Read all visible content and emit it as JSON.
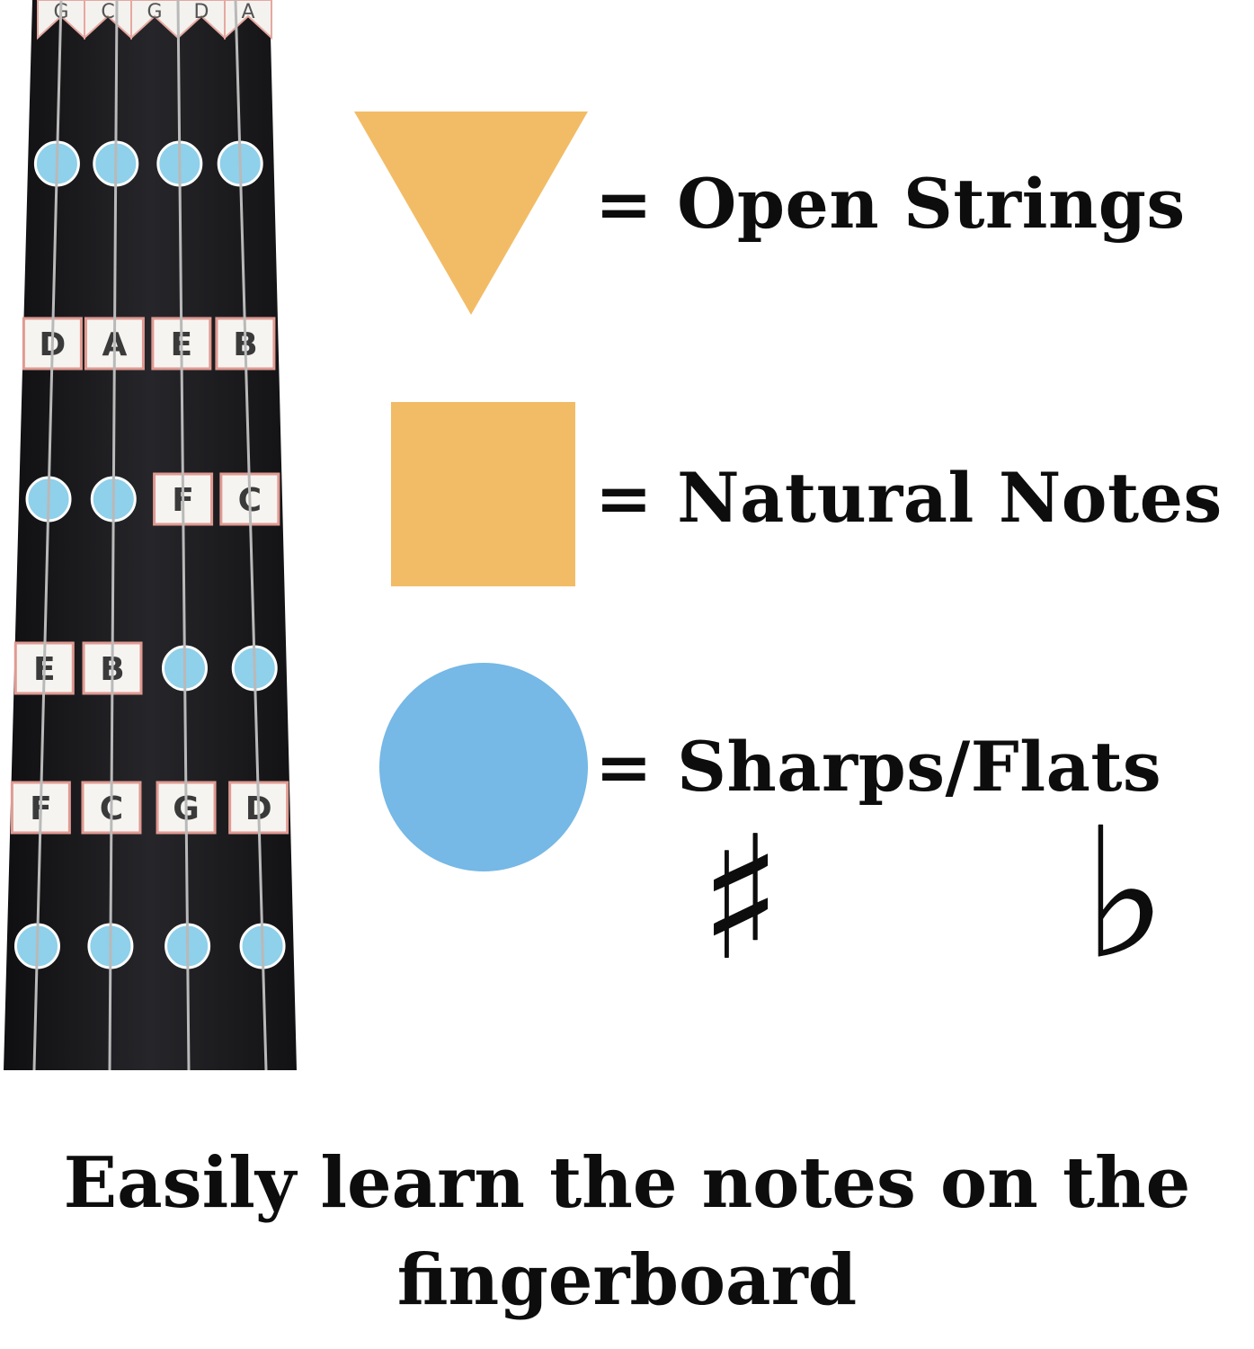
{
  "fingerboard": {
    "open_strings": [
      "G",
      "C",
      "G",
      "D",
      "A"
    ],
    "rows": [
      {
        "kind": "dots",
        "count": 4
      },
      {
        "kind": "labels",
        "notes": [
          "D",
          "A",
          "E",
          "B"
        ]
      },
      {
        "kind": "mixed",
        "notes": [
          "",
          "",
          "F",
          "C"
        ]
      },
      {
        "kind": "mixed",
        "notes": [
          "E",
          "B",
          "",
          ""
        ]
      },
      {
        "kind": "labels",
        "notes": [
          "F",
          "C",
          "G",
          "D"
        ]
      },
      {
        "kind": "dots",
        "count": 4
      }
    ]
  },
  "legend": {
    "open_strings": "= Open Strings",
    "natural_notes": "= Natural Notes",
    "sharps_flats": "= Sharps/Flats",
    "sharp_symbol": "♯",
    "flat_symbol": "♭"
  },
  "colors": {
    "orange": "#f2bc66",
    "blue": "#76b8e6",
    "dot_blue": "#8fd0ea",
    "wood": "#1c1c1e",
    "text": "#0d0d0d"
  },
  "caption": {
    "line1": "Easily learn the notes on the",
    "line2": "fingerboard"
  }
}
